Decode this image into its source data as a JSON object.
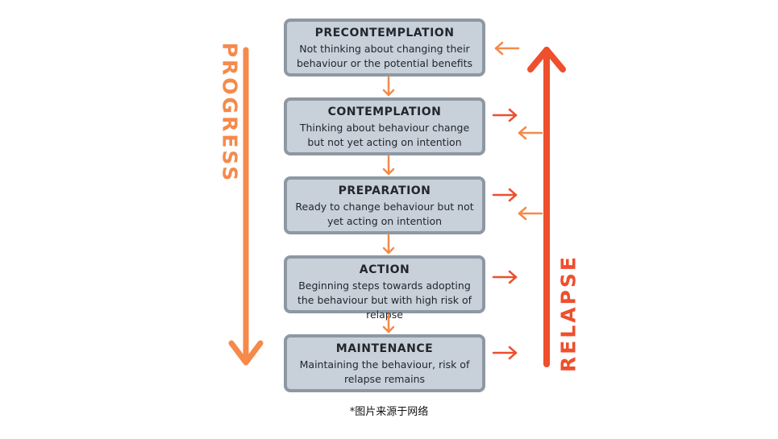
{
  "stages": [
    {
      "title": "PRECONTEMPLATION",
      "desc": "Not thinking about changing their behaviour or the potential benefits"
    },
    {
      "title": "CONTEMPLATION",
      "desc": "Thinking about behaviour change but not yet acting on intention"
    },
    {
      "title": "PREPARATION",
      "desc": "Ready to change behaviour but not yet acting on intention"
    },
    {
      "title": "ACTION",
      "desc": "Beginning steps towards adopting the behaviour but with high risk of relapse"
    },
    {
      "title": "MAINTENANCE",
      "desc": "Maintaining the behaviour, risk of relapse remains"
    }
  ],
  "labels": {
    "progress": "PROGRESS",
    "relapse": "RELAPSE"
  },
  "footnote": "*图片来源于网络",
  "colors": {
    "progress": "#f58a4b",
    "relapse": "#ee4f2d",
    "box_fill": "#c8d0da",
    "box_border": "#8e98a3"
  }
}
